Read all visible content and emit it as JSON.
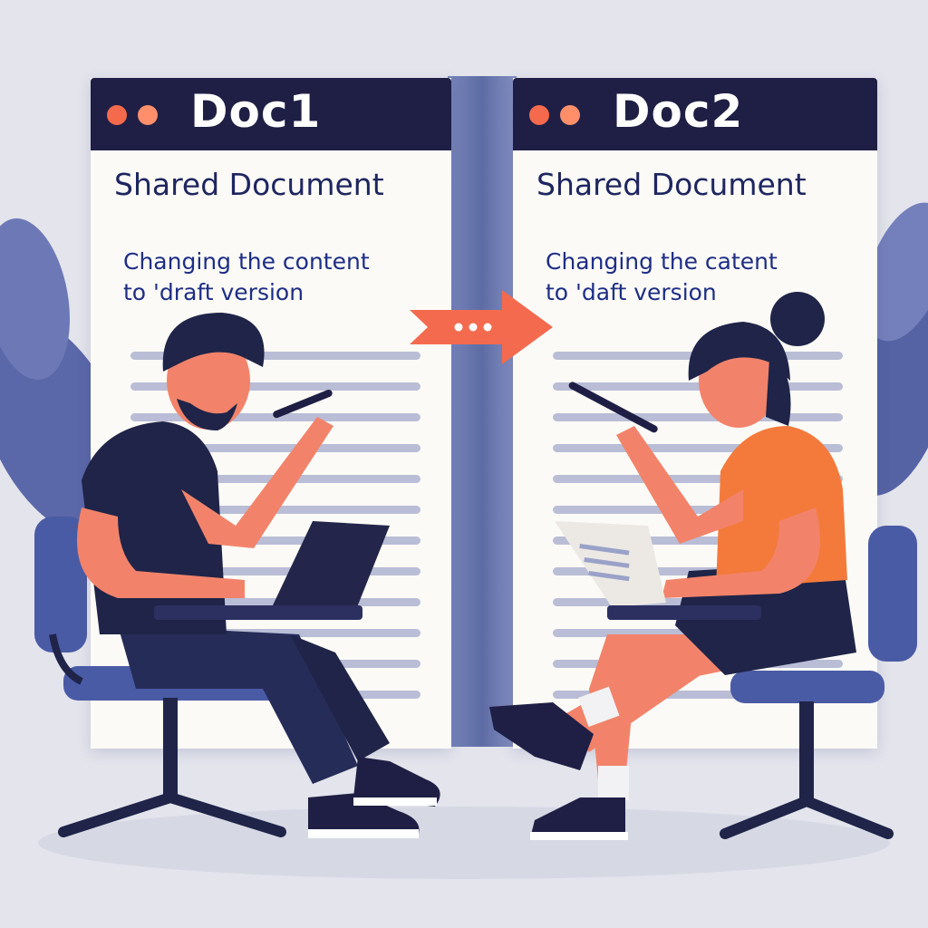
{
  "colors": {
    "background": "#e3e4ec",
    "titlebar": "#1f1f45",
    "dot_primary": "#f56a4c",
    "dot_secondary": "#ff8f6b",
    "heading_text": "#1e2660",
    "body_text": "#1e2e86",
    "arrow": "#f46a4e",
    "chair": "#4a5ba5",
    "shirt_man": "#1f2448",
    "shirt_woman": "#f47a3b",
    "pants": "#262c58",
    "skin": "#f2836a"
  },
  "documents": [
    {
      "name": "Doc1",
      "heading": "Shared Document",
      "body": "Changing the content\nto 'draft version"
    },
    {
      "name": "Doc2",
      "heading": "Shared Document",
      "body": "Changing the catent\nto 'daft version"
    }
  ],
  "icons": [
    "window-dot-icon",
    "forward-arrow-icon",
    "pen-icon",
    "laptop-icon",
    "leaf-icon"
  ]
}
